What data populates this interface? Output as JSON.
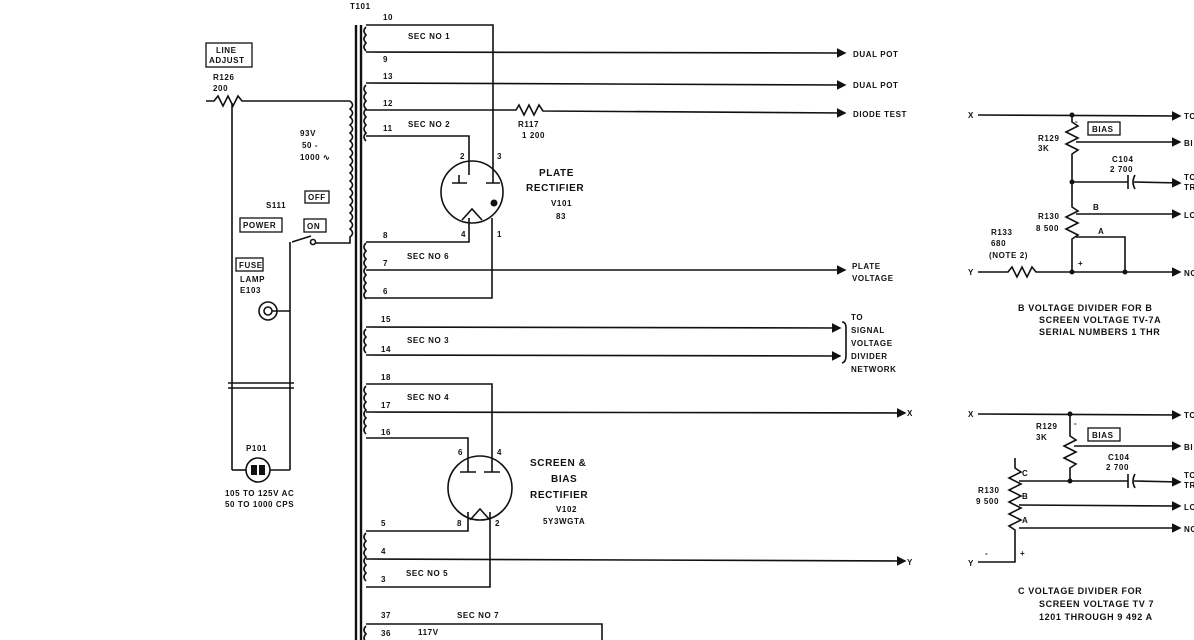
{
  "transformer": {
    "ref": "T101"
  },
  "left": {
    "line_adjust": [
      "LINE",
      "ADJUST"
    ],
    "r126": [
      "R126",
      "200"
    ],
    "primary": [
      "93V",
      "50 -",
      "1000 ∿"
    ],
    "switch_ref": "S111",
    "off": "OFF",
    "on": "ON",
    "power": "POWER",
    "fuse": "FUSE",
    "lamp": [
      "LAMP",
      "E103"
    ],
    "plug": "P101",
    "supply": [
      "105 TO 125V AC",
      "50 TO 1000 CPS"
    ]
  },
  "secondaries": {
    "sec1": "SEC NO 1",
    "sec2": "SEC NO 2",
    "sec6": "SEC NO 6",
    "sec3": "SEC NO 3",
    "sec4": "SEC NO 4",
    "sec5": "SEC NO 5",
    "sec7": "SEC NO 7",
    "v117": "117V",
    "pins": [
      "10",
      "9",
      "13",
      "12",
      "11",
      "8",
      "7",
      "6",
      "15",
      "14",
      "18",
      "17",
      "16",
      "5",
      "4",
      "3",
      "37",
      "36"
    ]
  },
  "r117": [
    "R117",
    "1 200"
  ],
  "v101": {
    "title": [
      "PLATE",
      "RECTIFIER"
    ],
    "ref": "V101",
    "type": "83",
    "pins": [
      "2",
      "3",
      "4",
      "1"
    ]
  },
  "v102": {
    "title": [
      "SCREEN &",
      "BIAS",
      "RECTIFIER"
    ],
    "ref": "V102",
    "type": "5Y3WGTA",
    "pins": [
      "6",
      "4",
      "8",
      "2"
    ]
  },
  "outputs": {
    "dual_pot_1": "DUAL POT",
    "dual_pot_2": "DUAL POT",
    "diode_test": "DIODE TEST",
    "plate_voltage": [
      "PLATE",
      "VOLTAGE"
    ],
    "signal": [
      "TO",
      "SIGNAL",
      "VOLTAGE",
      "DIVIDER",
      "NETWORK"
    ],
    "x": "X",
    "y": "Y"
  },
  "panel_b": {
    "x": "X",
    "y": "Y",
    "r129": [
      "R129",
      "3K"
    ],
    "bias": "BIAS",
    "c104": [
      "C104",
      "2 700"
    ],
    "r130": [
      "R130",
      "8 500"
    ],
    "r133": [
      "R133",
      "680",
      "(NOTE 2)"
    ],
    "tap_b": "B",
    "tap_a": "A",
    "minus": "-",
    "plus": "+",
    "outs": [
      "TO",
      "BI",
      "TO",
      "TR",
      "LO",
      "NO"
    ],
    "caption": [
      "B  VOLTAGE DIVIDER FOR B",
      "SCREEN VOLTAGE TV-7A",
      "SERIAL NUMBERS 1 THR"
    ]
  },
  "panel_c": {
    "x": "X",
    "y": "Y",
    "r129": [
      "R129",
      "3K"
    ],
    "bias": "BIAS",
    "c104": [
      "C104",
      "2 700"
    ],
    "r130": [
      "R130",
      "9 500"
    ],
    "tap_c": "C",
    "tap_b": "B",
    "tap_a": "A",
    "minus": "-",
    "plus": "+",
    "outs": [
      "TO",
      "BI",
      "TO",
      "TR",
      "LO",
      "NO"
    ],
    "caption": [
      "C  VOLTAGE DIVIDER FOR",
      "SCREEN VOLTAGE TV 7",
      "1201 THROUGH 9 492 A"
    ]
  }
}
